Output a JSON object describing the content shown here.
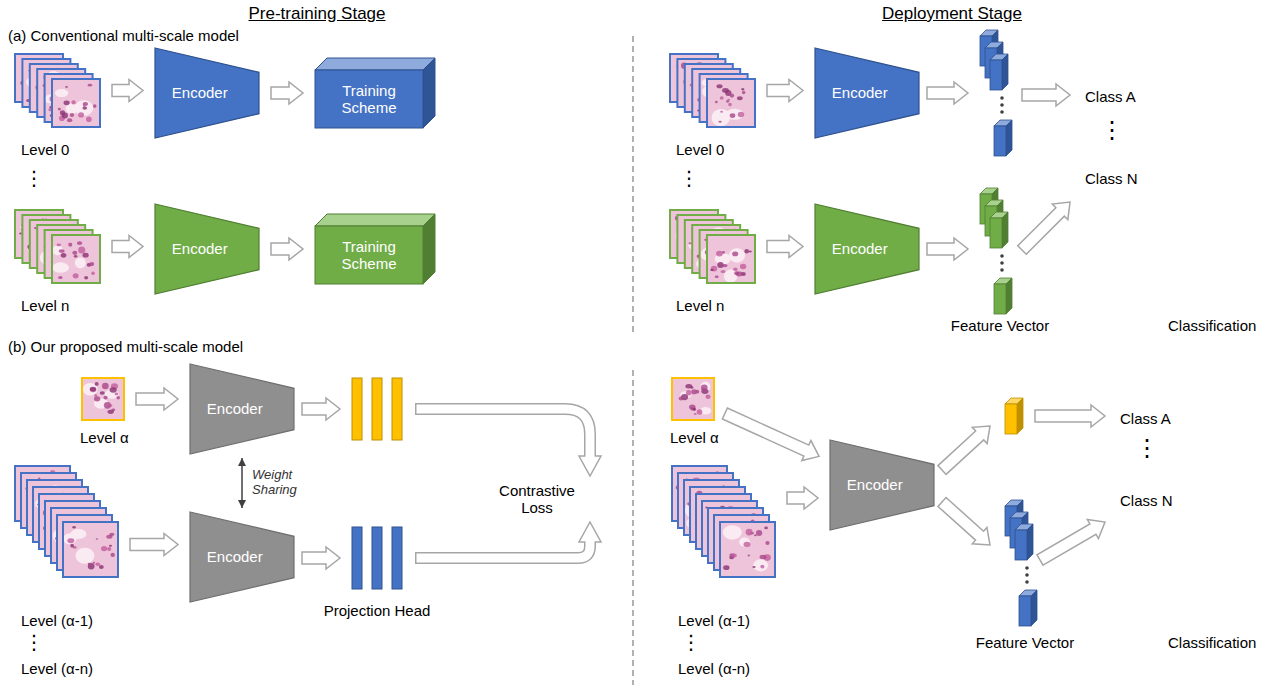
{
  "diagram": {
    "nodes": [
      {
        "text": [
          "Level 0"
        ]
      },
      {
        "text": [
          "Encoder"
        ]
      },
      {
        "text": [
          "Training Scheme"
        ]
      },
      {
        "text": [
          "Level n"
        ]
      },
      {
        "text": [
          "Encoder"
        ]
      },
      {
        "text": [
          "Training Scheme"
        ]
      },
      {
        "text": [
          "Level 0"
        ]
      },
      {
        "text": [
          "Encoder"
        ]
      },
      {
        "text": [
          "Level n"
        ]
      },
      {
        "text": [
          "Encoder"
        ]
      },
      {
        "text": [
          "Level α"
        ]
      },
      {
        "text": [
          "Encoder"
        ]
      },
      {
        "text": [
          "Level (α-1)",
          "Level (α-n)"
        ]
      },
      {
        "text": [
          "Encoder"
        ]
      },
      {
        "text": [
          "Level α"
        ]
      },
      {
        "text": [
          "Level (α-1)",
          "Level (α-n)"
        ]
      },
      {
        "text": [
          "Encoder"
        ]
      }
    ],
    "edges": [
      {
        "from": 0,
        "to": 1,
        "arrow": "to"
      },
      {
        "from": 1,
        "to": 2,
        "arrow": "to"
      },
      {
        "from": 3,
        "to": 4,
        "arrow": "to"
      },
      {
        "from": 4,
        "to": 5,
        "arrow": "to"
      },
      {
        "from": 6,
        "to": 7,
        "arrow": "to"
      },
      {
        "from": 8,
        "to": 9,
        "arrow": "to"
      },
      {
        "from": 10,
        "to": 11,
        "arrow": "to"
      },
      {
        "from": 12,
        "to": 13,
        "arrow": "to"
      },
      {
        "from": 11,
        "to": 13,
        "label": "Weight Sharing",
        "arrow": "both"
      },
      {
        "from": 14,
        "to": 16,
        "arrow": "to"
      },
      {
        "from": 15,
        "to": 16,
        "arrow": "to"
      }
    ],
    "labels": [
      "Pre-training Stage",
      "Deployment Stage",
      "(a) Conventional multi-scale model",
      "⋮",
      "⋮",
      "Feature Vector",
      "Class A",
      "⋮",
      "Class N",
      "Classification",
      "(b) Our proposed multi-scale model",
      "⋮",
      "Projection Head",
      "Contrastive Loss",
      "⋮",
      "Feature Vector",
      "Class A",
      "⋮",
      "Class N",
      "Classification"
    ]
  }
}
